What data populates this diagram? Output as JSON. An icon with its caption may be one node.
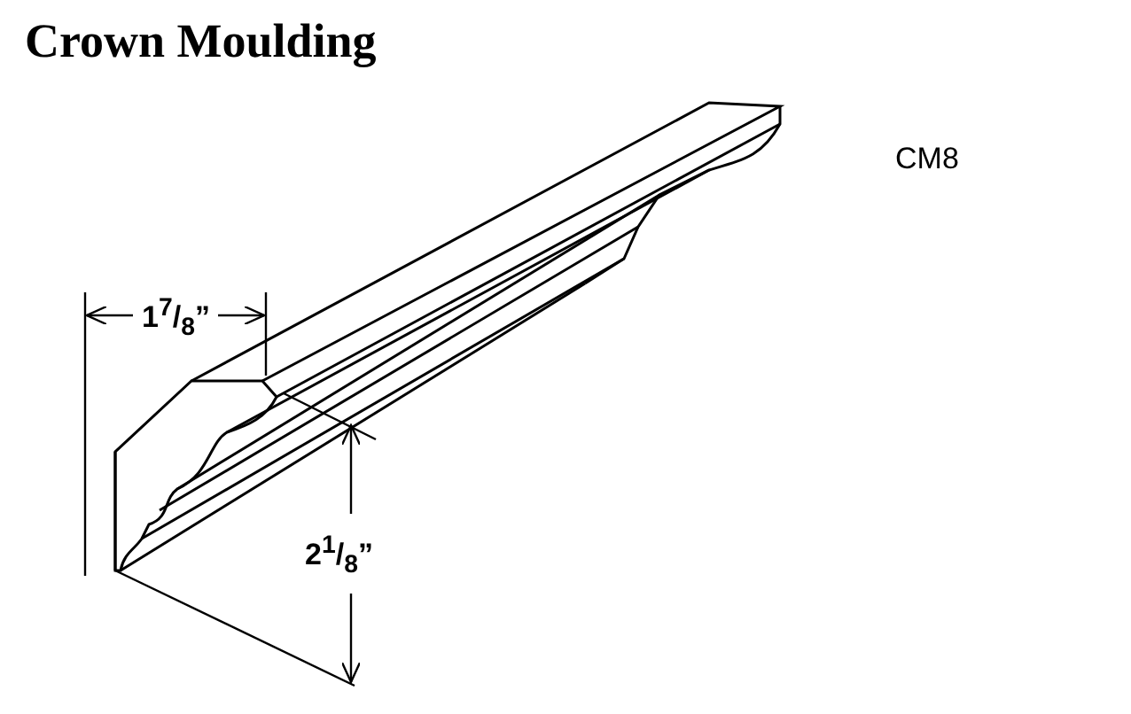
{
  "diagram": {
    "title": "Crown Moulding",
    "labels": [
      "CM8",
      "1$^{7}$/$_{8}$”",
      "2$^{1}$/$_{8}$”"
    ]
  }
}
